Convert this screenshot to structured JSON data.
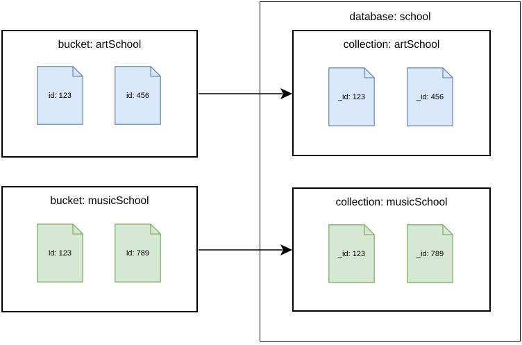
{
  "diagram": {
    "buckets": [
      {
        "title": "bucket: artSchool",
        "doc_color": "blue",
        "documents": [
          {
            "label": "id: 123"
          },
          {
            "label": "id: 456"
          }
        ]
      },
      {
        "title": "bucket: musicSchool",
        "doc_color": "green",
        "documents": [
          {
            "label": "id: 123"
          },
          {
            "label": "id: 789"
          }
        ]
      }
    ],
    "database": {
      "title": "database: school",
      "collections": [
        {
          "title": "collection: artSchool",
          "doc_color": "blue",
          "documents": [
            {
              "label": "_id: 123"
            },
            {
              "label": "_id: 456"
            }
          ]
        },
        {
          "title": "collection: musicSchool",
          "doc_color": "green",
          "documents": [
            {
              "label": "_id: 123"
            },
            {
              "label": "_id: 789"
            }
          ]
        }
      ]
    },
    "connections": [
      {
        "from": "bucket: artSchool",
        "to": "collection: artSchool"
      },
      {
        "from": "bucket: musicSchool",
        "to": "collection: musicSchool"
      }
    ],
    "colors": {
      "document_blue_fill": "#dae8fc",
      "document_blue_stroke": "#6c8ebf",
      "document_green_fill": "#d5e8d4",
      "document_green_stroke": "#82b366",
      "box_border": "#000000",
      "arrow": "#000000",
      "background": "#ffffff"
    }
  }
}
